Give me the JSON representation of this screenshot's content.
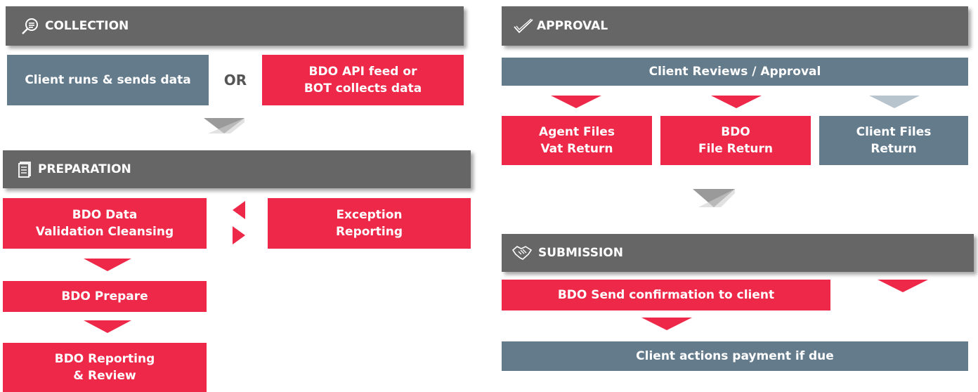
{
  "colors": {
    "red": "#ed2848",
    "slate": "#647b8c",
    "header": "#666666",
    "arrow_grey": "#9a9a9a",
    "arrow_light": "#b7c4ce"
  },
  "collection": {
    "header": "COLLECTION",
    "header_icon": "search-list-icon",
    "client_box": "Client runs & sends data",
    "or_text": "OR",
    "bdo_box": "BDO API feed or\nBOT collects data"
  },
  "preparation": {
    "header": "PREPARATION",
    "header_icon": "document-icon",
    "validation_box": "BDO Data\nValidation Cleansing",
    "exception_box": "Exception\nReporting",
    "prepare_box": "BDO Prepare",
    "reporting_box": "BDO Reporting\n& Review"
  },
  "approval": {
    "header": "APPROVAL",
    "header_icon": "checkmark-icon",
    "review_box": "Client Reviews / Approval",
    "agent_box": "Agent Files\nVat Return",
    "bdo_file_box": "BDO\nFile Return",
    "client_files_box": "Client Files\nReturn"
  },
  "submission": {
    "header": "SUBMISSION",
    "header_icon": "handshake-icon",
    "confirm_box": "BDO Send confirmation to client",
    "payment_box": "Client actions payment if due"
  }
}
